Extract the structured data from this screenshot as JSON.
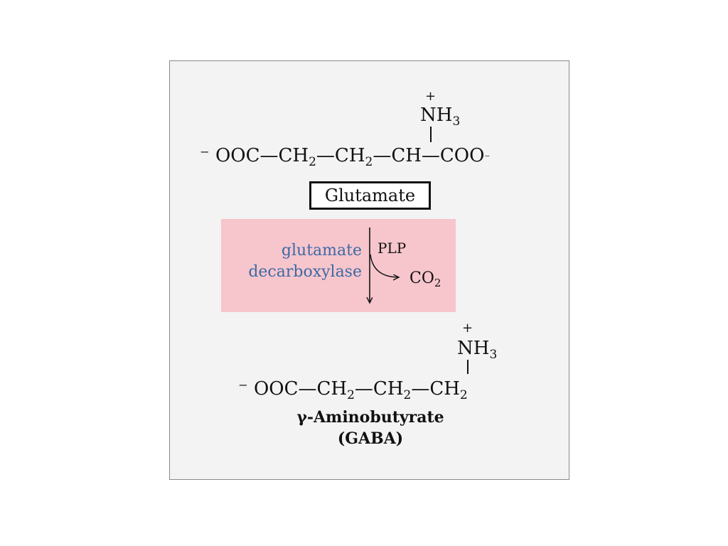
{
  "glutamate": {
    "amine_charge": "+",
    "amine": "NH",
    "amine_sub": "3",
    "chain": [
      {
        "t": "⁻ OOC—CH"
      },
      {
        "s": "2"
      },
      {
        "t": "—CH"
      },
      {
        "s": "2"
      },
      {
        "t": "—CH—COO"
      },
      {
        "p": "⁻"
      }
    ],
    "name": "Glutamate"
  },
  "reaction": {
    "enzyme_line1": "glutamate",
    "enzyme_line2": "decarboxylase",
    "cofactor": "PLP",
    "product_gas": "CO",
    "product_gas_sub": "2"
  },
  "gaba": {
    "amine_charge": "+",
    "amine": "NH",
    "amine_sub": "3",
    "chain": [
      {
        "t": "⁻ OOC—CH"
      },
      {
        "s": "2"
      },
      {
        "t": "—CH"
      },
      {
        "s": "2"
      },
      {
        "t": "—CH"
      },
      {
        "s": "2"
      }
    ],
    "name_line1": "γ-Aminobutyrate",
    "name_line2": "(GABA)"
  }
}
